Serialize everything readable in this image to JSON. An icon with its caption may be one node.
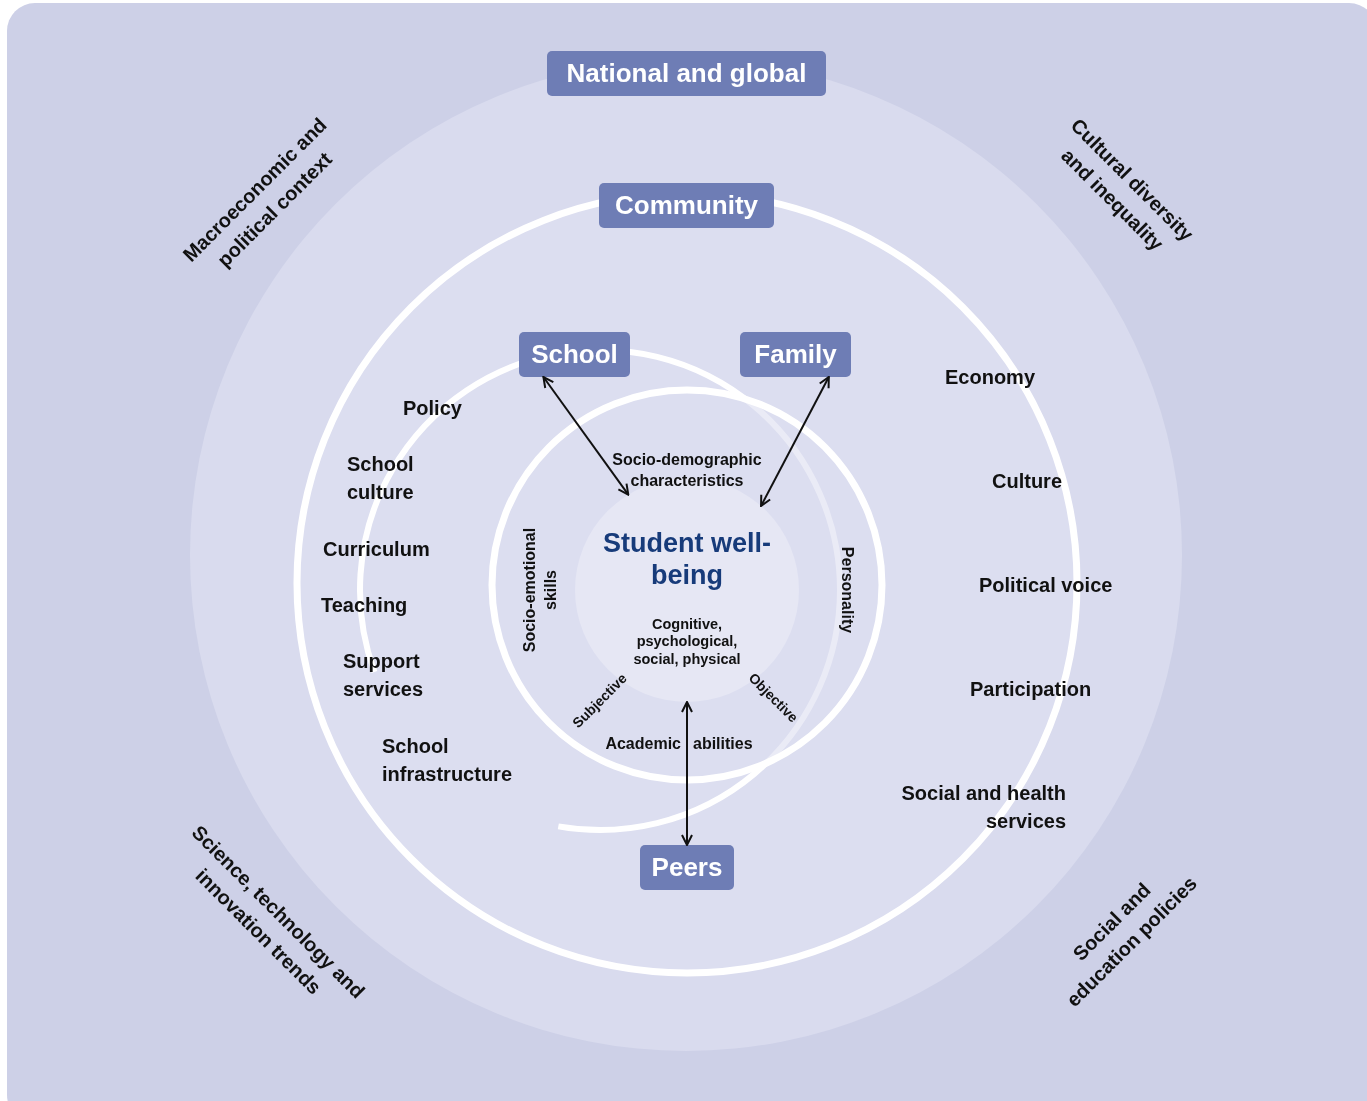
{
  "diagram": {
    "nodes": [
      {
        "text": [
          "National and global"
        ]
      },
      {
        "text": [
          "Community"
        ]
      },
      {
        "text": [
          "School"
        ]
      },
      {
        "text": [
          "Family"
        ]
      },
      {
        "text": [
          "Student well-being",
          "Cognitive, psychological, social, physical"
        ]
      },
      {
        "text": [
          "Peers"
        ]
      }
    ],
    "edges": [
      {
        "from": 2,
        "to": 4,
        "arrow": "both"
      },
      {
        "from": 3,
        "to": 4,
        "arrow": "both"
      },
      {
        "from": 5,
        "to": 4,
        "arrow": "both"
      }
    ],
    "labels": [
      "Macroeconomic and political context",
      "Cultural diversity and inequality",
      "Economy",
      "Policy",
      "Socio-demographic characteristics",
      "School culture",
      "Culture",
      "Curriculum",
      "Socio-emotional skills",
      "Personality",
      "Political voice",
      "Teaching",
      "Support services",
      "Subjective",
      "Objective",
      "Participation",
      "Academic",
      "abilities",
      "School infrastructure",
      "Social and health services",
      "Science, technology and innovation trends",
      "Social and education policies"
    ]
  }
}
